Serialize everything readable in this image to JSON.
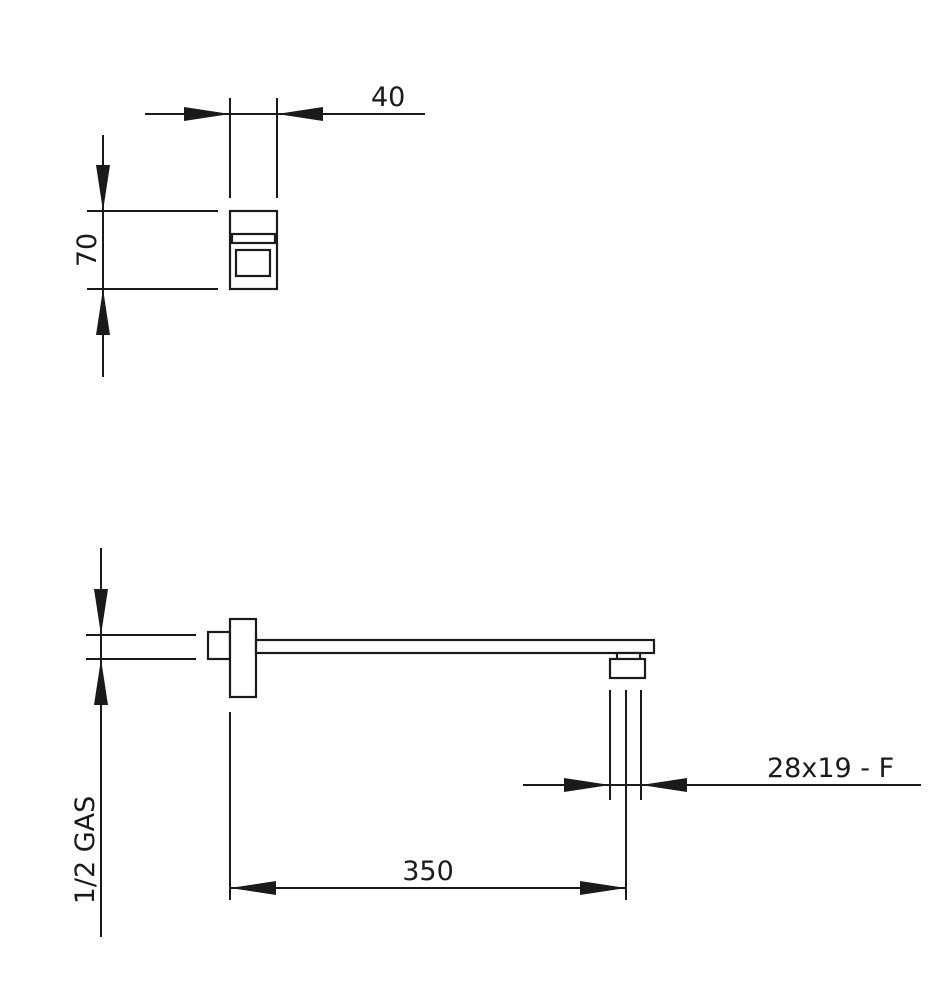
{
  "drawing": {
    "top_view": {
      "width_dimension": "40",
      "height_dimension": "70"
    },
    "side_view": {
      "connection_label": "1/2 GAS",
      "length_dimension": "350",
      "outlet_dimension": "28x19 - F"
    },
    "colors": {
      "line": "#1a1a1a",
      "background": "#ffffff"
    }
  }
}
